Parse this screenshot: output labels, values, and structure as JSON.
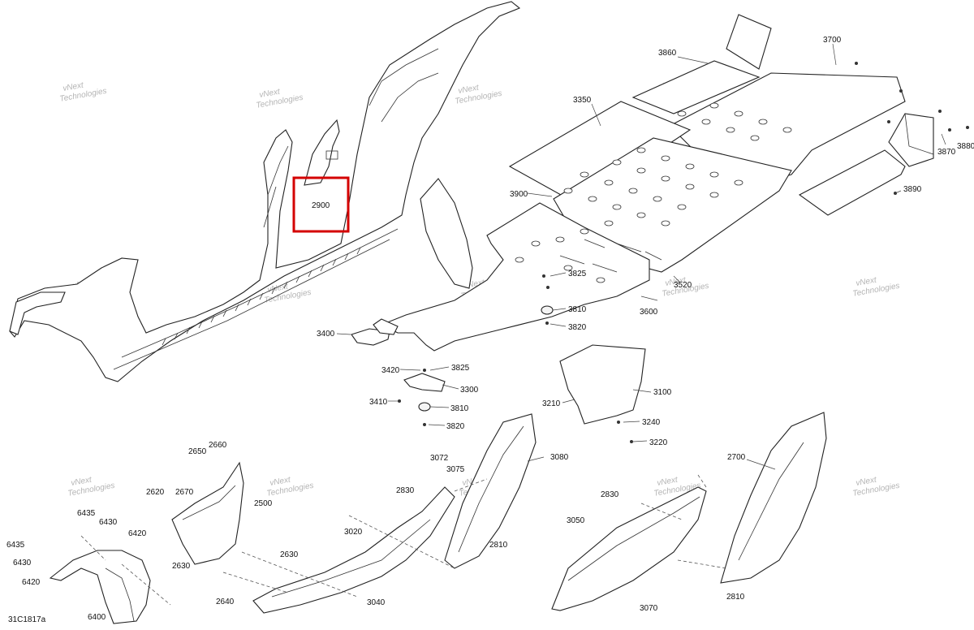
{
  "diagram": {
    "figure_code": "31C1817a",
    "highlighted_part": "2900",
    "highlight_color": "#d40000",
    "watermark": [
      "vNext",
      "Technologies"
    ],
    "part_labels": {
      "p2900": "2900",
      "p3700": "3700",
      "p3860": "3860",
      "p3350": "3350",
      "p3870": "3870",
      "p3880": "3880",
      "p3890": "3890",
      "p3900": "3900",
      "p3520": "3520",
      "p3825a": "3825",
      "p3810a": "3810",
      "p3820a": "3820",
      "p3600": "3600",
      "p3400": "3400",
      "p3420": "3420",
      "p3825b": "3825",
      "p3300": "3300",
      "p3410": "3410",
      "p3810b": "3810",
      "p3820b": "3820",
      "p3100": "3100",
      "p3210": "3210",
      "p3240": "3240",
      "p3220": "3220",
      "p2650": "2650",
      "p2660": "2660",
      "p2620": "2620",
      "p2670": "2670",
      "p2500": "2500",
      "p6435a": "6435",
      "p6430a": "6430",
      "p6420a": "6420",
      "p6435b": "6435",
      "p6430b": "6430",
      "p6420b": "6420",
      "p2630a": "2630",
      "p6400": "6400",
      "p2640": "2640",
      "p2630b": "2630",
      "p3072": "3072",
      "p3075": "3075",
      "p2830a": "2830",
      "p3020": "3020",
      "p3040": "3040",
      "p3080": "3080",
      "p2810a": "2810",
      "p2830b": "2830",
      "p3050": "3050",
      "p3070": "3070",
      "p2700": "2700",
      "p2810b": "2810"
    }
  }
}
